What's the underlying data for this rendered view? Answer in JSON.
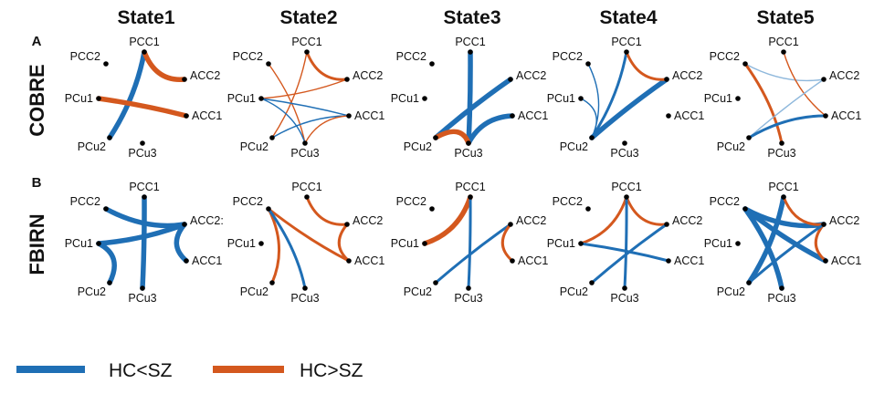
{
  "states": [
    "State1",
    "State2",
    "State3",
    "State4",
    "State5"
  ],
  "rows": [
    {
      "letter": "A",
      "label": "COBRE"
    },
    {
      "letter": "B",
      "label": "FBIRN"
    }
  ],
  "node_labels": [
    "PCC2",
    "PCC1",
    "ACC2",
    "ACC1",
    "PCu1",
    "PCu2",
    "PCu3"
  ],
  "row_b_state1_acc2_label": "ACC2:",
  "colors": {
    "hc_lt_sz": "#1f6fb5",
    "hc_gt_sz": "#d4581e"
  },
  "legend": [
    {
      "label": "HC<SZ",
      "color": "#1f6fb5"
    },
    {
      "label": "HC>SZ",
      "color": "#d4581e"
    }
  ],
  "edge_widths": {
    "thin": 1.4,
    "medium": 3,
    "thick": 5.5
  },
  "panels": [
    {
      "row": 0,
      "state": 0,
      "edges": [
        [
          "PCC1",
          "PCu2",
          "b",
          "thick"
        ],
        [
          "PCC1",
          "ACC2",
          "o",
          "thick"
        ],
        [
          "PCu1",
          "ACC1",
          "o",
          "thick"
        ]
      ]
    },
    {
      "row": 0,
      "state": 1,
      "edges": [
        [
          "PCC2",
          "PCu3",
          "o",
          "thin"
        ],
        [
          "PCC1",
          "ACC2",
          "o",
          "medium"
        ],
        [
          "PCC1",
          "PCu2",
          "o",
          "thin"
        ],
        [
          "PCu1",
          "ACC2",
          "o",
          "thin"
        ],
        [
          "PCu1",
          "ACC1",
          "b",
          "thin"
        ],
        [
          "PCu2",
          "ACC1",
          "b",
          "thin"
        ],
        [
          "PCu1",
          "PCu3",
          "b",
          "thin"
        ],
        [
          "ACC1",
          "PCu3",
          "o",
          "thin"
        ]
      ]
    },
    {
      "row": 0,
      "state": 2,
      "edges": [
        [
          "PCC1",
          "PCu3",
          "b",
          "thick"
        ],
        [
          "PCu2",
          "ACC2",
          "b",
          "thick"
        ],
        [
          "PCu3",
          "ACC1",
          "b",
          "thick"
        ],
        [
          "PCu2",
          "PCu3",
          "o",
          "thick"
        ]
      ]
    },
    {
      "row": 0,
      "state": 3,
      "edges": [
        [
          "PCC2",
          "PCu2",
          "b",
          "thin"
        ],
        [
          "PCC1",
          "PCu2",
          "b",
          "medium"
        ],
        [
          "PCu1",
          "PCu2",
          "b",
          "thin"
        ],
        [
          "ACC2",
          "PCu2",
          "b",
          "thick"
        ],
        [
          "PCC1",
          "ACC2",
          "o",
          "medium"
        ]
      ]
    },
    {
      "row": 0,
      "state": 4,
      "edges": [
        [
          "PCC2",
          "ACC2",
          "lb",
          "thin"
        ],
        [
          "PCC2",
          "PCu3",
          "o",
          "medium"
        ],
        [
          "PCC1",
          "ACC1",
          "o",
          "thin"
        ],
        [
          "PCu2",
          "ACC2",
          "lb",
          "thin"
        ],
        [
          "PCu2",
          "ACC1",
          "b",
          "medium"
        ]
      ]
    },
    {
      "row": 1,
      "state": 0,
      "edges": [
        [
          "PCC2",
          "ACC2",
          "b",
          "thick"
        ],
        [
          "PCC1",
          "PCu3",
          "b",
          "thick"
        ],
        [
          "PCu1",
          "PCu2",
          "b",
          "thick"
        ],
        [
          "PCu1",
          "ACC2",
          "b",
          "thick"
        ],
        [
          "ACC2",
          "ACC1",
          "b",
          "thick"
        ]
      ]
    },
    {
      "row": 1,
      "state": 1,
      "edges": [
        [
          "PCC2",
          "PCu2",
          "o",
          "medium"
        ],
        [
          "PCC2",
          "ACC1",
          "o",
          "medium"
        ],
        [
          "PCC2",
          "PCu3",
          "b",
          "medium"
        ],
        [
          "PCC1",
          "ACC2",
          "o",
          "medium"
        ],
        [
          "ACC2",
          "ACC1",
          "o",
          "medium"
        ]
      ]
    },
    {
      "row": 1,
      "state": 2,
      "edges": [
        [
          "PCu1",
          "PCC1",
          "o",
          "thick"
        ],
        [
          "PCC1",
          "PCu3",
          "b",
          "medium"
        ],
        [
          "PCu2",
          "ACC2",
          "b",
          "medium"
        ],
        [
          "ACC2",
          "ACC1",
          "o",
          "medium"
        ]
      ]
    },
    {
      "row": 1,
      "state": 3,
      "edges": [
        [
          "PCu1",
          "PCC1",
          "o",
          "medium"
        ],
        [
          "PCC1",
          "ACC2",
          "o",
          "medium"
        ],
        [
          "PCC1",
          "PCu3",
          "b",
          "medium"
        ],
        [
          "PCu1",
          "ACC1",
          "b",
          "medium"
        ],
        [
          "PCu2",
          "ACC2",
          "b",
          "medium"
        ]
      ]
    },
    {
      "row": 1,
      "state": 4,
      "edges": [
        [
          "PCC2",
          "ACC2",
          "b",
          "thick"
        ],
        [
          "PCC2",
          "ACC1",
          "b",
          "thick"
        ],
        [
          "PCC2",
          "PCu3",
          "b",
          "thick"
        ],
        [
          "PCC1",
          "PCu2",
          "b",
          "thick"
        ],
        [
          "PCC1",
          "ACC2",
          "o",
          "medium"
        ],
        [
          "ACC2",
          "ACC1",
          "o",
          "medium"
        ],
        [
          "PCu2",
          "ACC2",
          "b",
          "medium"
        ]
      ]
    }
  ]
}
